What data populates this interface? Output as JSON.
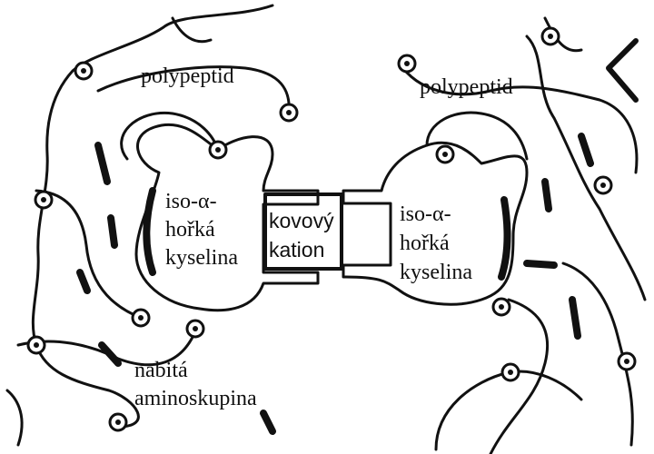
{
  "labels": {
    "polypeptide_left": "polypeptid",
    "polypeptide_right": "polypeptid",
    "acid_left": [
      "iso-α-",
      "hořká",
      "kyselina"
    ],
    "acid_right": [
      "iso-α-",
      "hořká",
      "kyselina"
    ],
    "cation": [
      "kovový",
      "kation"
    ],
    "amino": [
      "nabitá",
      "aminoskupina"
    ]
  },
  "colors": {
    "ink": "#111111",
    "background": "#ffffff"
  }
}
